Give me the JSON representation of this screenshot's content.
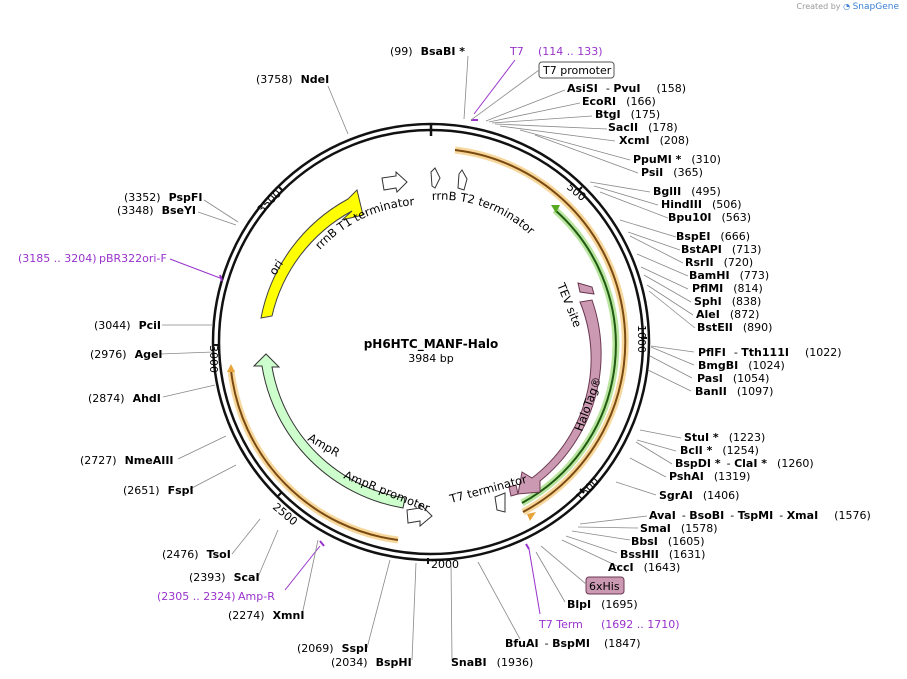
{
  "credit": {
    "prefix": "Created by",
    "brand": "SnapGene"
  },
  "plasmid": {
    "name": "pH6HTC_MANF-Halo",
    "size_label": "3984 bp",
    "length": 3984
  },
  "ticks": [
    "500",
    "1000",
    "1500",
    "2000",
    "2500",
    "3000",
    "3500"
  ],
  "features": {
    "rrnb_t1": "rrnB T1 terminator",
    "rrnb_t2": "rrnB T2 terminator",
    "ori": "ori",
    "tev": "TEV site",
    "halotag": "HaloTag®",
    "t7term": "T7 terminator",
    "ampr": "AmpR",
    "ampr_promoter": "AmpR promoter"
  },
  "boxed": {
    "t7_promoter": "T7 promoter",
    "his": "6xHis"
  },
  "colors": {
    "ori": "#ffff00",
    "halotag": "#cc99b2",
    "ampr": "#ccffcc",
    "orf_orange": "#e8a33a",
    "orf_green": "#55aa22",
    "primer": "#9933cc"
  },
  "sites_right": [
    {
      "name": "AsiSI",
      "name2": "PvuI",
      "pos": "(158)"
    },
    {
      "name": "EcoRI",
      "pos": "(166)"
    },
    {
      "name": "BtgI",
      "pos": "(175)"
    },
    {
      "name": "SacII",
      "pos": "(178)"
    },
    {
      "name": "XcmI",
      "pos": "(208)"
    },
    {
      "name": "PpuMI *",
      "pos": "(310)"
    },
    {
      "name": "PsiI",
      "pos": "(365)"
    },
    {
      "name": "BglII",
      "pos": "(495)"
    },
    {
      "name": "HindIII",
      "pos": "(506)"
    },
    {
      "name": "Bpu10I",
      "pos": "(563)"
    },
    {
      "name": "BspEI",
      "pos": "(666)"
    },
    {
      "name": "BstAPI",
      "pos": "(713)"
    },
    {
      "name": "RsrII",
      "pos": "(720)"
    },
    {
      "name": "BamHI",
      "pos": "(773)"
    },
    {
      "name": "PflMI",
      "pos": "(814)"
    },
    {
      "name": "SphI",
      "pos": "(838)"
    },
    {
      "name": "AleI",
      "pos": "(872)"
    },
    {
      "name": "BstEII",
      "pos": "(890)"
    },
    {
      "name": "PflFI",
      "name2": "Tth111I",
      "pos": "(1022)"
    },
    {
      "name": "BmgBI",
      "pos": "(1024)"
    },
    {
      "name": "PasI",
      "pos": "(1054)"
    },
    {
      "name": "BanII",
      "pos": "(1097)"
    },
    {
      "name": "StuI *",
      "pos": "(1223)"
    },
    {
      "name": "BclI *",
      "pos": "(1254)"
    },
    {
      "name": "BspDI *",
      "name2": "ClaI *",
      "pos": "(1260)"
    },
    {
      "name": "PshAI",
      "pos": "(1319)"
    },
    {
      "name": "SgrAI",
      "pos": "(1406)"
    },
    {
      "name": "AvaI",
      "name2": "BsoBI",
      "name3": "TspMI",
      "name4": "XmaI",
      "pos": "(1576)"
    },
    {
      "name": "SmaI",
      "pos": "(1578)"
    },
    {
      "name": "BbsI",
      "pos": "(1605)"
    },
    {
      "name": "BssHII",
      "pos": "(1631)"
    },
    {
      "name": "AccI",
      "pos": "(1643)"
    },
    {
      "name": "BlpI",
      "pos": "(1695)"
    },
    {
      "name": "BfuAI",
      "name2": "BspMI",
      "pos": "(1847)"
    },
    {
      "name": "SnaBI",
      "pos": "(1936)"
    }
  ],
  "sites_left": [
    {
      "name": "BsaBI *",
      "pos": "(99)"
    },
    {
      "name": "NdeI",
      "pos": "(3758)"
    },
    {
      "name": "PspFI",
      "pos": "(3352)"
    },
    {
      "name": "BseYI",
      "pos": "(3348)"
    },
    {
      "name": "PciI",
      "pos": "(3044)"
    },
    {
      "name": "AgeI",
      "pos": "(2976)"
    },
    {
      "name": "AhdI",
      "pos": "(2874)"
    },
    {
      "name": "NmeAIII",
      "pos": "(2727)"
    },
    {
      "name": "FspI",
      "pos": "(2651)"
    },
    {
      "name": "TsoI",
      "pos": "(2476)"
    },
    {
      "name": "ScaI",
      "pos": "(2393)"
    },
    {
      "name": "XmnI",
      "pos": "(2274)"
    },
    {
      "name": "SspI",
      "pos": "(2069)"
    },
    {
      "name": "BspHI",
      "pos": "(2034)"
    }
  ],
  "primers": {
    "t7": {
      "name": "T7",
      "range": "(114 .. 133)"
    },
    "pbr": {
      "range": "(3185 .. 3204)",
      "name": "pBR322ori-F"
    },
    "ampr": {
      "range": "(2305 .. 2324)",
      "name": "Amp-R"
    },
    "t7term": {
      "name": "T7 Term",
      "range": "(1692 .. 1710)"
    }
  }
}
